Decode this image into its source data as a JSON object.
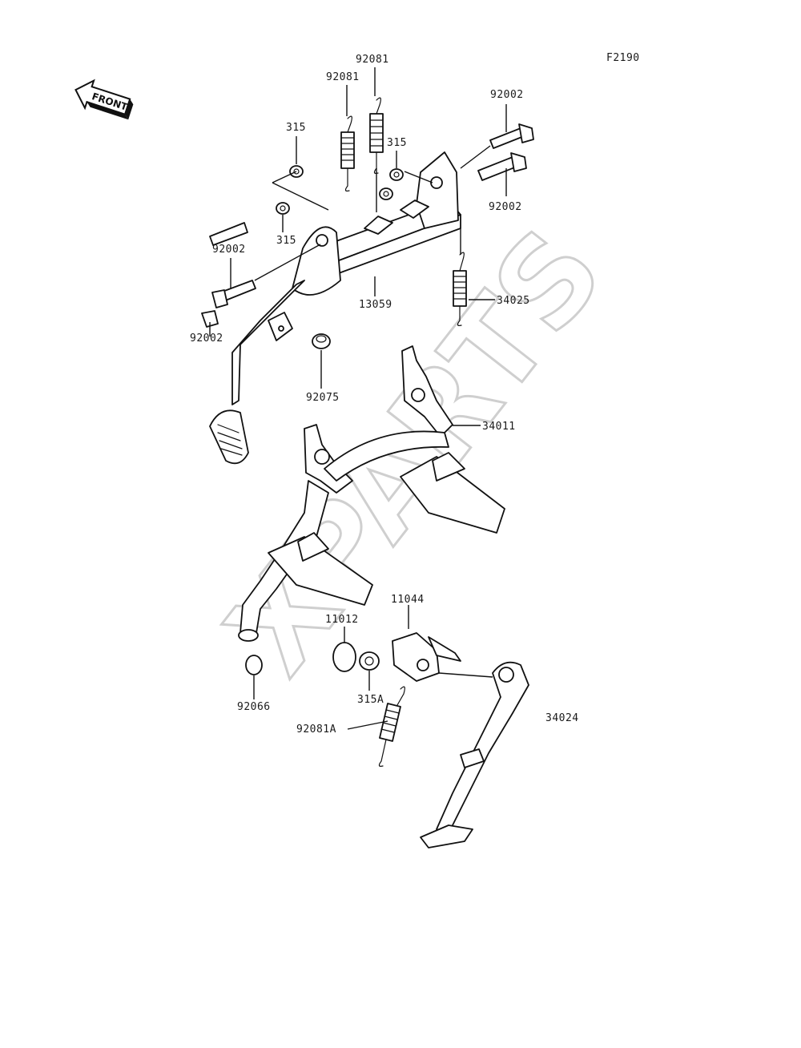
{
  "diagram": {
    "figure_code": "F2190",
    "front_label": "FRONT",
    "watermark": "XPARTS",
    "labels": {
      "l_92081_a": "92081",
      "l_92081_b": "92081",
      "l_315_a": "315",
      "l_315_b": "315",
      "l_315_c": "315",
      "l_92002_a": "92002",
      "l_92002_b": "92002",
      "l_92002_c": "92002",
      "l_92002_d": "92002",
      "l_13059": "13059",
      "l_34025": "34025",
      "l_92075": "92075",
      "l_34011": "34011",
      "l_11044": "11044",
      "l_11012": "11012",
      "l_315A": "315A",
      "l_92081A": "92081A",
      "l_92066": "92066",
      "l_34024": "34024"
    }
  }
}
